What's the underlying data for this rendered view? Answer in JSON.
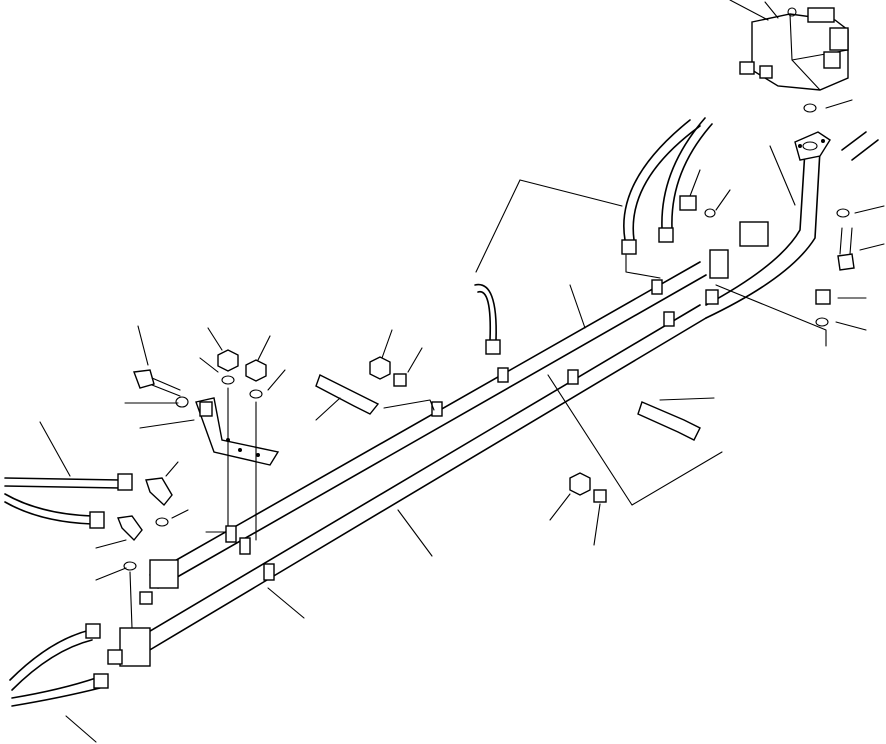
{
  "diagram": {
    "kind": "exploded-parts-view",
    "colors": {
      "ink": "#000000",
      "paper": "#ffffff"
    },
    "components": [
      {
        "id": "valve-block",
        "icon": "valve-block-icon"
      },
      {
        "id": "main-pipe-upper",
        "icon": "pipe-icon"
      },
      {
        "id": "main-pipe-lower",
        "icon": "pipe-icon"
      },
      {
        "id": "flange-elbow-pipe",
        "icon": "flanged-pipe-icon"
      },
      {
        "id": "hose-pair-top",
        "icon": "hose-icon"
      },
      {
        "id": "short-hose",
        "icon": "hose-icon"
      },
      {
        "id": "hose-left-upper",
        "icon": "hose-icon"
      },
      {
        "id": "hose-left-lower",
        "icon": "hose-icon"
      },
      {
        "id": "hose-bottom",
        "icon": "hose-icon"
      },
      {
        "id": "mounting-bracket",
        "icon": "bracket-icon"
      },
      {
        "id": "tee-block-upper",
        "icon": "tee-block-icon"
      },
      {
        "id": "tee-block-lower",
        "icon": "tee-block-icon"
      },
      {
        "id": "nuts-and-plugs",
        "icon": "nut-icon"
      },
      {
        "id": "o-rings",
        "icon": "o-ring-icon"
      },
      {
        "id": "bolts",
        "icon": "bolt-icon"
      },
      {
        "id": "elbow-fittings",
        "icon": "elbow-fitting-icon"
      }
    ]
  }
}
